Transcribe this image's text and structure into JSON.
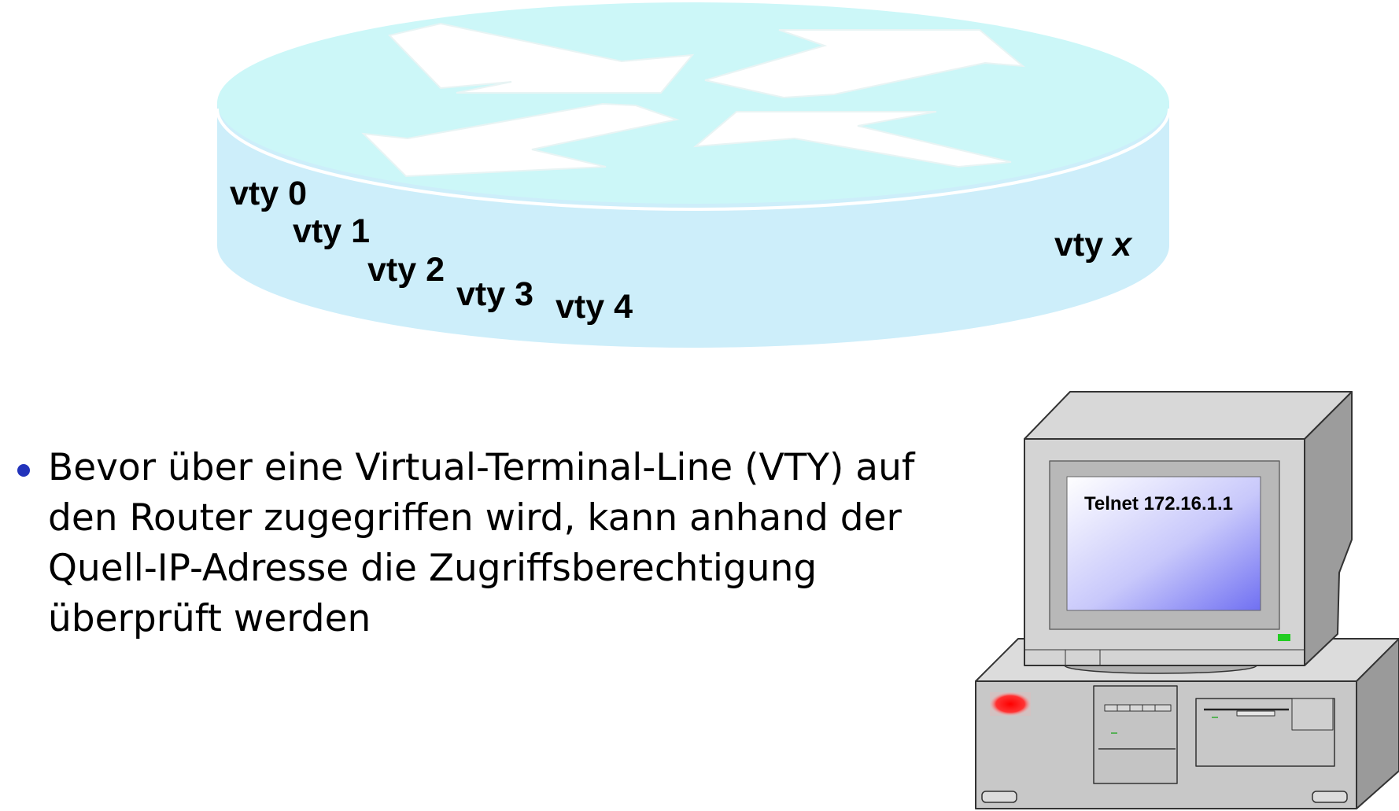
{
  "router": {
    "vty_labels": [
      {
        "prefix": "vty ",
        "num": "0"
      },
      {
        "prefix": "vty ",
        "num": "1"
      },
      {
        "prefix": "vty ",
        "num": "2"
      },
      {
        "prefix": "vty ",
        "num": "3"
      },
      {
        "prefix": "vty ",
        "num": "4"
      }
    ],
    "vty_last": {
      "prefix": "vty ",
      "num": "x"
    }
  },
  "computer": {
    "screen_text": "Telnet 172.16.1.1"
  },
  "bullet": {
    "text": "Bevor über eine Virtual-Terminal-Line (VTY) auf\nden Router zugegriffen wird, kann anhand der\nQuell-IP-Adresse die Zugriffsberechtigung\nüberprüft werden"
  },
  "colors": {
    "router_top": "#ccf7f8",
    "router_side": "#cdeefa",
    "arrow": "#ffffff",
    "bullet": "#2233bb",
    "screen_gradient_start": "#ffffff",
    "screen_gradient_end": "#7a7af5",
    "led_green": "#22cc22",
    "led_red": "#ff1111"
  }
}
